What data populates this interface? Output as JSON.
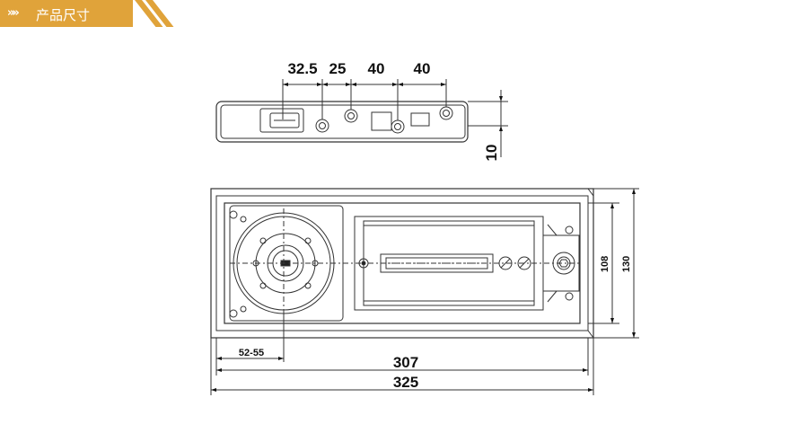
{
  "header": {
    "chevrons": "»»",
    "title": "产品尺寸"
  },
  "dimensions": {
    "top_spacing_1": "32.5",
    "top_spacing_2": "25",
    "top_spacing_3": "40",
    "top_spacing_4": "40",
    "side_thickness": "10",
    "inner_height": "108",
    "outer_height": "130",
    "pivot_offset": "52-55",
    "inner_length": "307",
    "outer_length": "325"
  }
}
